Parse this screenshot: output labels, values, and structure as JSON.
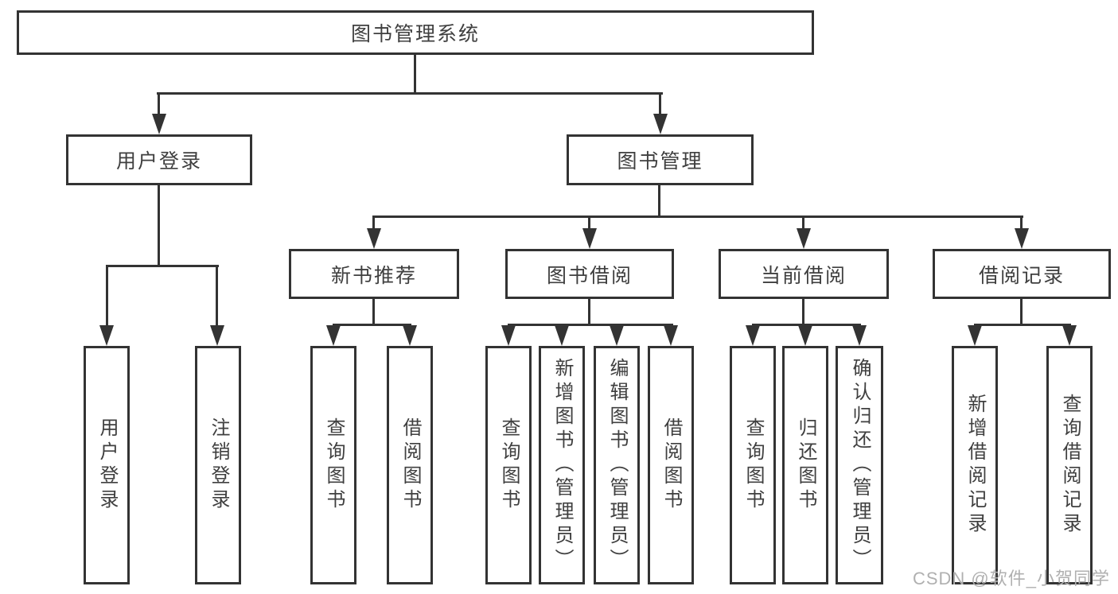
{
  "colors": {
    "line": "#333333",
    "text": "#3f3f3f",
    "watermark": "#b0b0b0",
    "background": "#ffffff"
  },
  "tree": {
    "label": "图书管理系统",
    "children": [
      {
        "label": "用户登录",
        "children": [
          {
            "label": "用户登录"
          },
          {
            "label": "注销登录"
          }
        ]
      },
      {
        "label": "图书管理",
        "children": [
          {
            "label": "新书推荐",
            "children": [
              {
                "label": "查询图书"
              },
              {
                "label": "借阅图书"
              }
            ]
          },
          {
            "label": "图书借阅",
            "children": [
              {
                "label": "查询图书"
              },
              {
                "label": "新增图书（管理员）"
              },
              {
                "label": "编辑图书（管理员）"
              },
              {
                "label": "借阅图书"
              }
            ]
          },
          {
            "label": "当前借阅",
            "children": [
              {
                "label": "查询图书"
              },
              {
                "label": "归还图书"
              },
              {
                "label": "确认归还（管理员）"
              }
            ]
          },
          {
            "label": "借阅记录",
            "children": [
              {
                "label": "新增借阅记录"
              },
              {
                "label": "查询借阅记录"
              }
            ]
          }
        ]
      }
    ]
  },
  "watermark": {
    "text": "CSDN @软件_小贺同学"
  }
}
